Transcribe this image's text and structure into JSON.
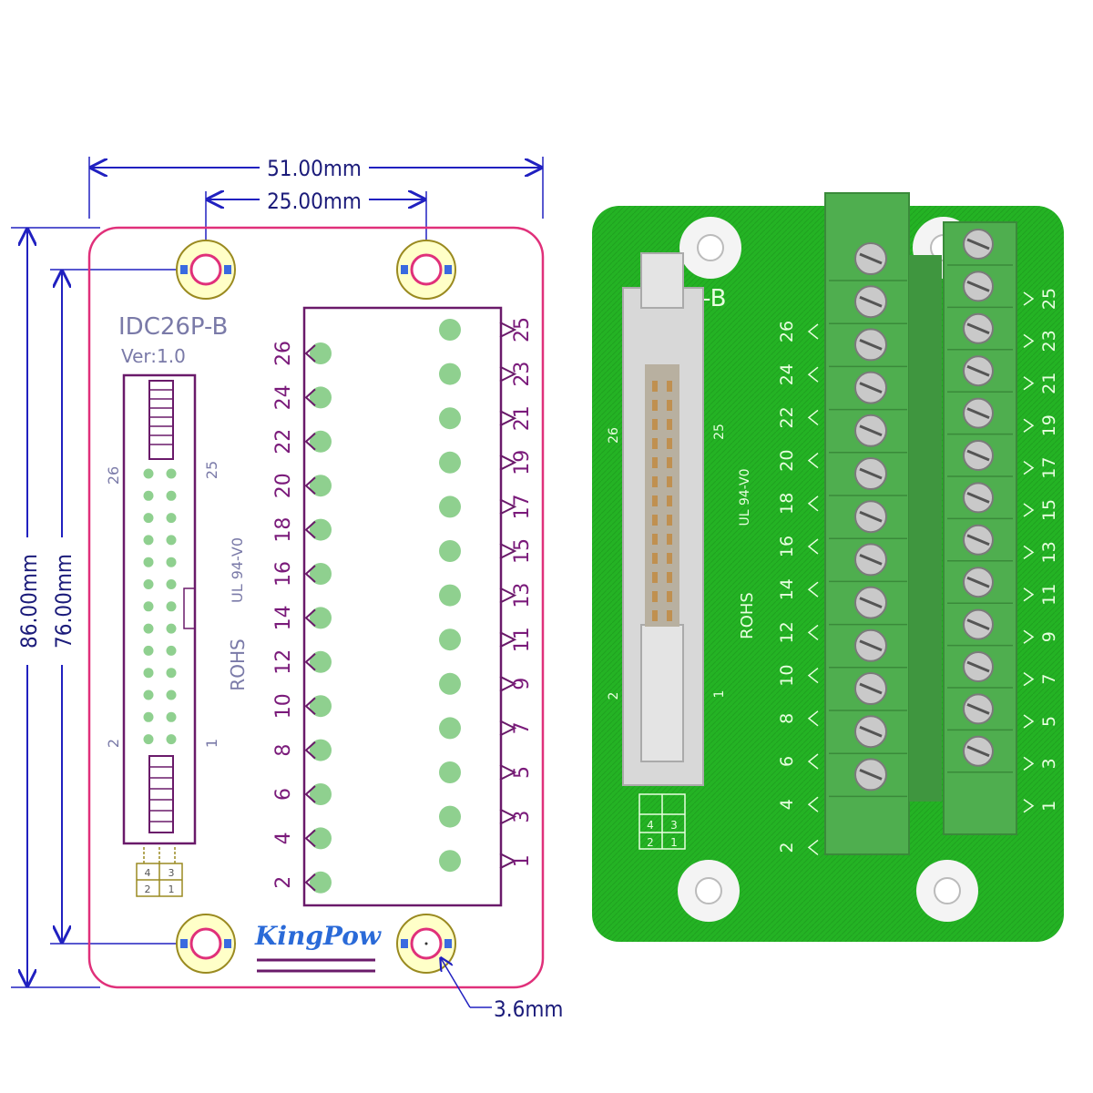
{
  "drawing": {
    "dimensions": {
      "width": "51.00mm",
      "hole_spacing": "25.00mm",
      "height": "86.00mm",
      "hole_spacing_vertical": "76.00mm",
      "hole_diameter": "3.6mm"
    },
    "board_name": "IDC26P-B",
    "version": "Ver:1.0",
    "header_labels": {
      "top_left": "26",
      "top_right": "25",
      "bottom_left": "2",
      "bottom_right": "1"
    },
    "material_label": "UL 94-V0",
    "rohs_label": "ROHS",
    "brand": "KingPow",
    "footprint_labels": [
      "4",
      "3",
      "2",
      "1"
    ],
    "even_pins": [
      "26",
      "24",
      "22",
      "20",
      "18",
      "16",
      "14",
      "12",
      "10",
      "8",
      "6",
      "4",
      "2"
    ],
    "odd_pins": [
      "25",
      "23",
      "21",
      "19",
      "17",
      "15",
      "13",
      "11",
      "9",
      "7",
      "5",
      "3",
      "1"
    ]
  },
  "photo": {
    "board_name_partial": "P-B",
    "header_labels": {
      "top_left": "26",
      "top_right": "25",
      "bottom_left": "2",
      "bottom_right": "1"
    },
    "material_label": "UL 94-V0",
    "rohs_label": "ROHS",
    "footprint_labels": [
      "4",
      "3",
      "2",
      "1"
    ],
    "even_pins": [
      "26",
      "24",
      "22",
      "20",
      "18",
      "16",
      "14",
      "12",
      "10",
      "8",
      "6",
      "4",
      "2"
    ],
    "odd_pins": [
      "25",
      "23",
      "21",
      "19",
      "17",
      "15",
      "13",
      "11",
      "9",
      "7",
      "5",
      "3",
      "1"
    ]
  },
  "colors": {
    "outline": "#e0307a",
    "dimension": "#2020c0",
    "pad": "#8fd08f",
    "terminal_outline": "#6a1a6a",
    "pcb": "#22b022",
    "terminal_block": "#4fae4f",
    "header": "#d8d8d8"
  }
}
